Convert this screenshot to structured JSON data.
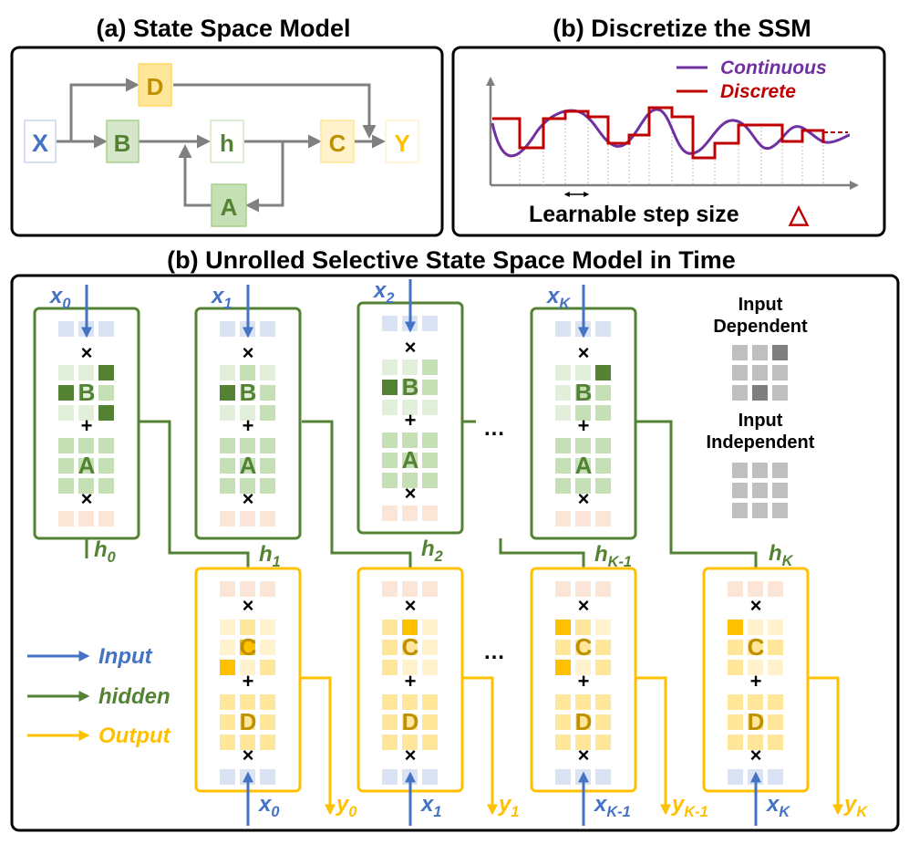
{
  "colors": {
    "input_blue": "#4472C4",
    "hidden_green": "#548235",
    "output_gold": "#FFC000",
    "discrete_red": "#C00000",
    "continuous_purple": "#7030A0",
    "wire_gray": "#808080"
  },
  "panel_a": {
    "title": "(a) State Space Model",
    "nodes": {
      "x": "X",
      "b": "B",
      "h": "h",
      "c": "C",
      "y": "Y",
      "d": "D",
      "a": "A"
    }
  },
  "panel_b": {
    "title": "(b) Discretize the SSM",
    "legend_continuous": "Continuous",
    "legend_discrete": "Discrete",
    "step_label": "Learnable step size",
    "delta_symbol": "△"
  },
  "panel_c": {
    "title": "(b) Unrolled Selective State Space Model in Time",
    "ops": {
      "times": "×",
      "plus": "+"
    },
    "ellipsis": "…",
    "hidden_blocks": [
      {
        "letter_b": "B",
        "letter_a": "A",
        "input_base": "x",
        "input_sub": "0",
        "h_base": "h",
        "h_sub": "0"
      },
      {
        "letter_b": "B",
        "letter_a": "A",
        "input_base": "x",
        "input_sub": "1",
        "h_base": "h",
        "h_sub": "1"
      },
      {
        "letter_b": "B",
        "letter_a": "A",
        "input_base": "x",
        "input_sub": "2",
        "h_base": "h",
        "h_sub": "2"
      },
      {
        "letter_b": "B",
        "letter_a": "A",
        "input_base": "x",
        "input_sub": "K",
        "h_base": "h",
        "h_sub": "K-1"
      }
    ],
    "final_hidden": {
      "base": "h",
      "sub": "K"
    },
    "output_blocks": [
      {
        "letter_c": "C",
        "letter_d": "D",
        "input_base": "x",
        "input_sub": "0",
        "output_base": "y",
        "output_sub": "0"
      },
      {
        "letter_c": "C",
        "letter_d": "D",
        "input_base": "x",
        "input_sub": "1",
        "output_base": "y",
        "output_sub": "1"
      },
      {
        "letter_c": "C",
        "letter_d": "D",
        "input_base": "x",
        "input_sub": "K-1",
        "output_base": "y",
        "output_sub": "K-1"
      },
      {
        "letter_c": "C",
        "letter_d": "D",
        "input_base": "x",
        "input_sub": "K",
        "output_base": "y",
        "output_sub": "K"
      }
    ],
    "legend": {
      "dependent": "Input\nDependent",
      "dependent_line1": "Input",
      "dependent_line2": "Dependent",
      "independent_line1": "Input",
      "independent_line2": "Independent",
      "input": "Input",
      "hidden": "hidden",
      "output": "Output"
    }
  }
}
